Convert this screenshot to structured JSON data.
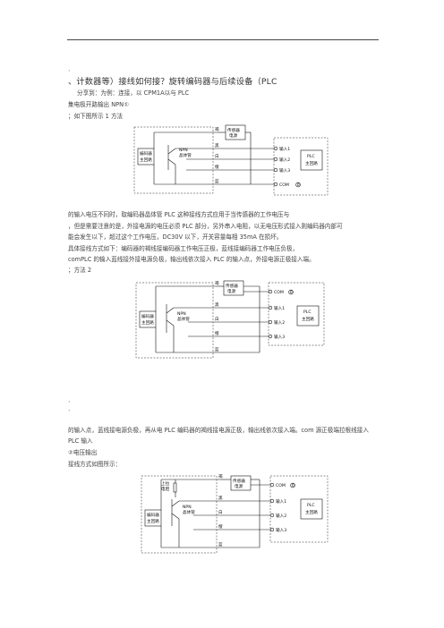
{
  "marks": {
    "top": "`",
    "d2_a": "`",
    "d2_b": "`"
  },
  "heading": "、计数器等）接线如何接？旋转编码器与后续设备（PLC",
  "intro": {
    "line1": "分享到：为例：连接，以 CPM1A以与 PLC",
    "line2": "集电极开路输出 NPN①",
    "line3": "；如下图所示 1 方法"
  },
  "para1": {
    "l1": "的输入电压不同时，取编码器晶体管 PLC 这种接线方式应用于当传感器的工作电压与",
    "l2": "，但是需要注意的是，外接电源的电压必须 PLC 部分，另外串入电阻，以无电压形式接入则编码器内部可",
    "l3": "能会发生以下，超过这个工作电压，DC30V 以下，开关容量每相 35mA 在损坏。",
    "l4": "具体接线方式如下：编码器的褐线接编码器工作电压正极，蓝线接编码器工作电压负极，",
    "l5": "comPLC 的输入蓝线接外接电源负极，输出线依次接入 PLC 的输入点，外接电源正极接入端。",
    "l6": "；方法 2"
  },
  "para2": {
    "text": "的输入点，蓝线接电源负极，再从电 PLC 编码器的褐线接电源正极，输出线依次接入端。com 源正极端拉根线接入 PLC 输入",
    "l2": "②电压输出",
    "l3": "接线方式如图所示："
  },
  "diagram": {
    "encoder": "编码器",
    "main_circuit": "主回路",
    "npn": "NPN",
    "transistor": "晶体管",
    "sensor": "传感器",
    "power": "电源",
    "brown": "褐",
    "black": "黑",
    "white": "白",
    "orange": "橙",
    "blue": "蓝",
    "input1": "输入1",
    "input2": "输入2",
    "input3": "输入3",
    "com": "COM",
    "com_circle": "0",
    "plc": "PLC",
    "plc_main": "主回路",
    "pullup": "上拉",
    "resistor": "电阻"
  }
}
